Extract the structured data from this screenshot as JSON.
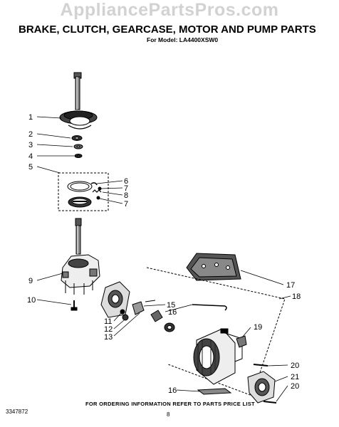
{
  "watermark": "AppliancePartsPros.com",
  "title": "BRAKE, CLUTCH, GEARCASE, MOTOR  AND PUMP PARTS",
  "model": "For Model: LA4400XSW0",
  "footer_note": "FOR ORDERING INFORMATION REFER TO PARTS PRICE LIST",
  "page_number": "8",
  "document_number": "3347872",
  "callouts": {
    "c1": "1",
    "c2": "2",
    "c3": "3",
    "c4": "4",
    "c5": "5",
    "c6": "6",
    "c7a": "7",
    "c8": "8",
    "c7b": "7",
    "c9": "9",
    "c10": "10",
    "c11": "11",
    "c12": "12",
    "c13": "13",
    "c15": "15",
    "c16a": "16",
    "c16b": "16",
    "c17": "17",
    "c18": "18",
    "c19": "19",
    "c20a": "20",
    "c21": "21",
    "c20b": "20"
  }
}
